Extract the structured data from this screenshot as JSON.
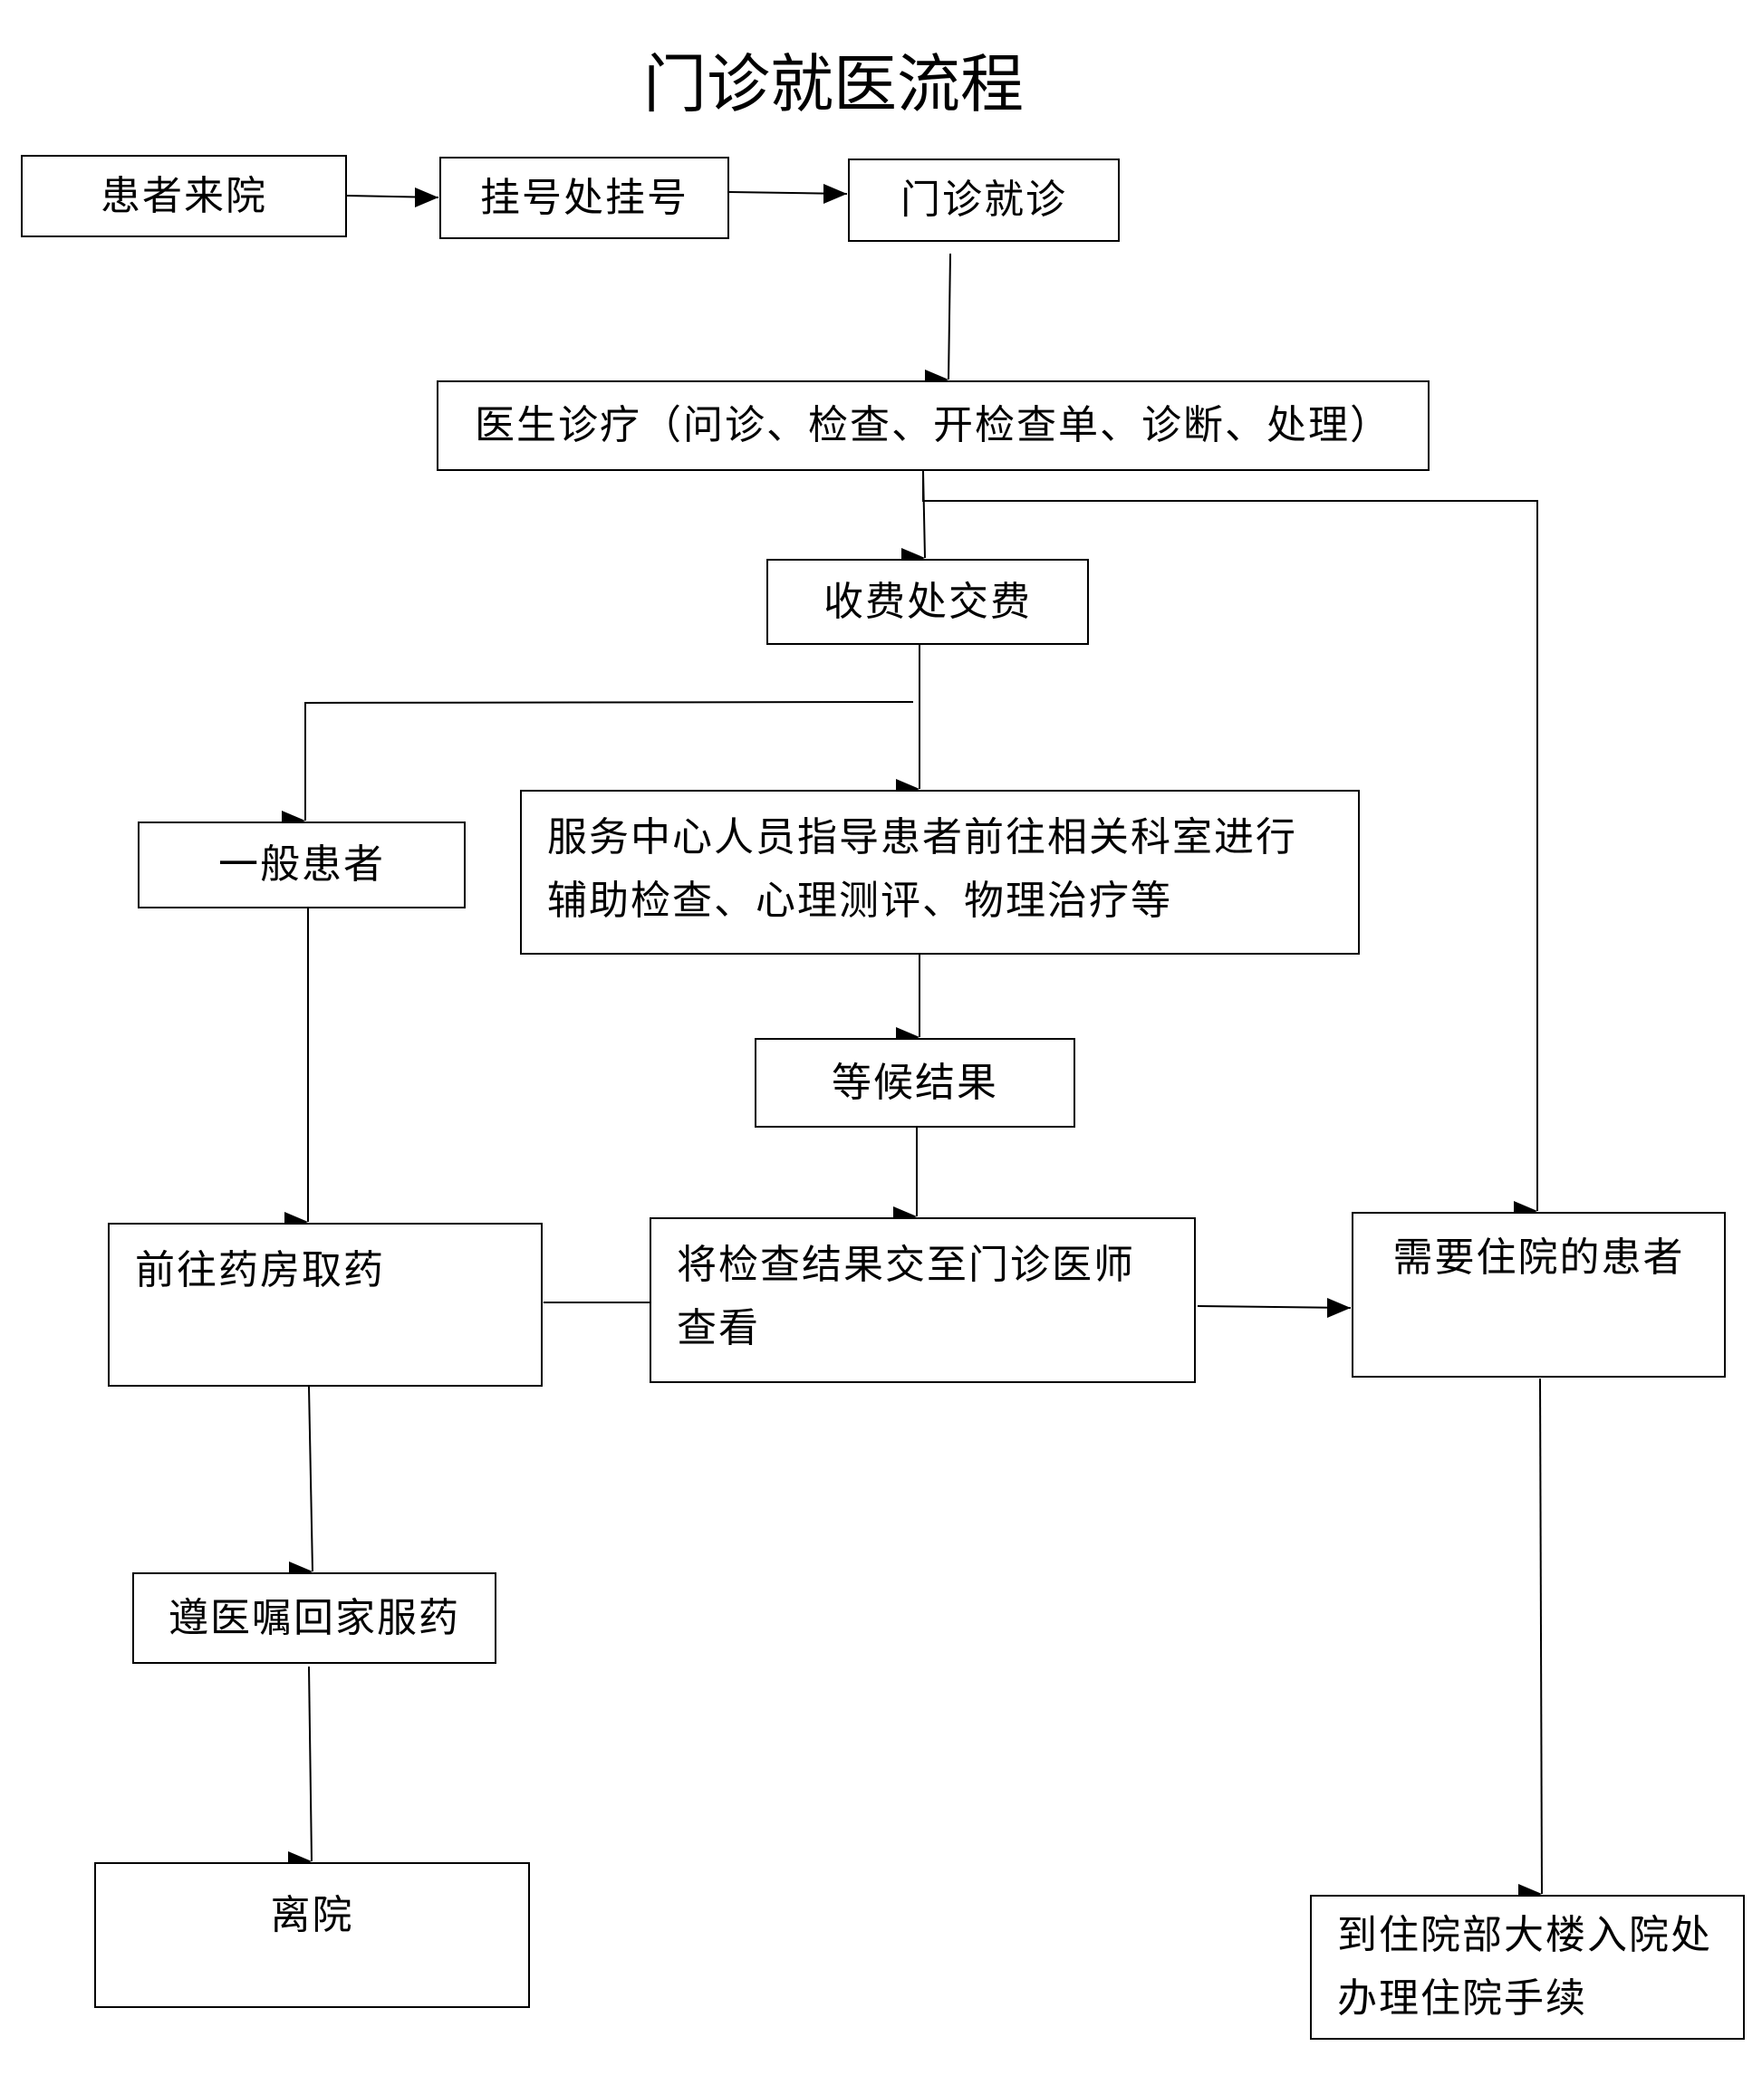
{
  "title": "门诊就医流程",
  "nodes": {
    "patient_arrive": "患者来院",
    "registration": "挂号处挂号",
    "outpatient_visit": "门诊就诊",
    "doctor_diagnosis": "医生诊疗（问诊、检查、开检查单、诊断、处理）",
    "payment": "收费处交费",
    "general_patient": "一般患者",
    "service_center": "服务中心人员指导患者前往相关科室进行辅助检查、心理测评、物理治疗等",
    "wait_result": "等候结果",
    "pharmacy": "前往药房取药",
    "result_to_doctor": "将检查结果交至门诊医师查看",
    "inpatient_needed": "需要住院的患者",
    "medicine_at_home": "遵医嘱回家服药",
    "leave": "离院",
    "admission": "到住院部大楼入院处办理住院手续"
  }
}
